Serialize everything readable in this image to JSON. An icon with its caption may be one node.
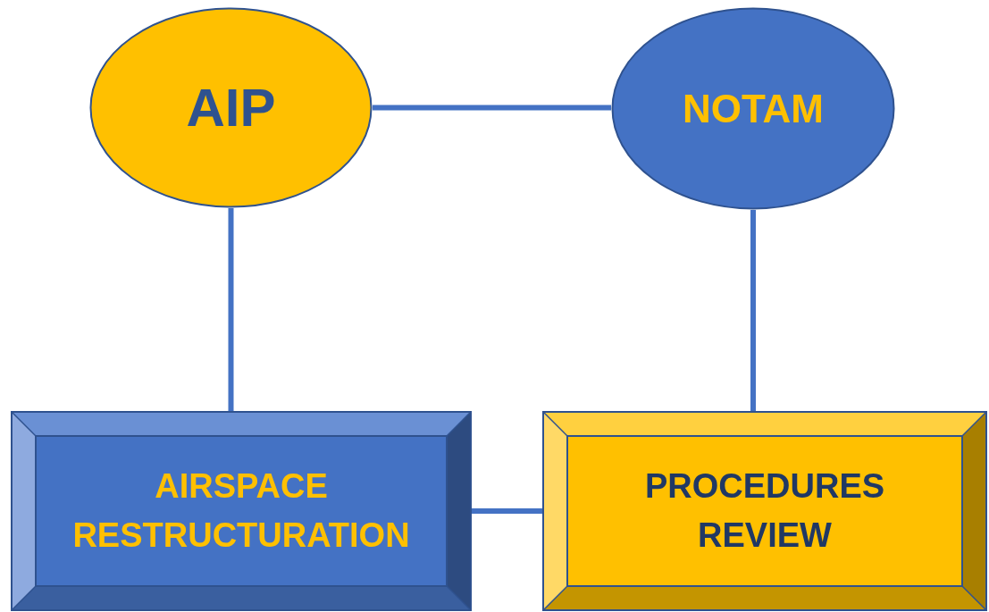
{
  "diagram": {
    "nodes": [
      {
        "text": [
          "AIP"
        ]
      },
      {
        "text": [
          "NOTAM"
        ]
      },
      {
        "text": [
          "AIRSPACE RESTRUCTURATION"
        ]
      },
      {
        "text": [
          "PROCEDURES REVIEW"
        ]
      }
    ],
    "edges": [
      {
        "from": 0,
        "to": 1,
        "arrow": "none"
      },
      {
        "from": 0,
        "to": 2,
        "arrow": "none"
      },
      {
        "from": 1,
        "to": 3,
        "arrow": "none"
      },
      {
        "from": 2,
        "to": 3,
        "arrow": "none"
      }
    ]
  }
}
